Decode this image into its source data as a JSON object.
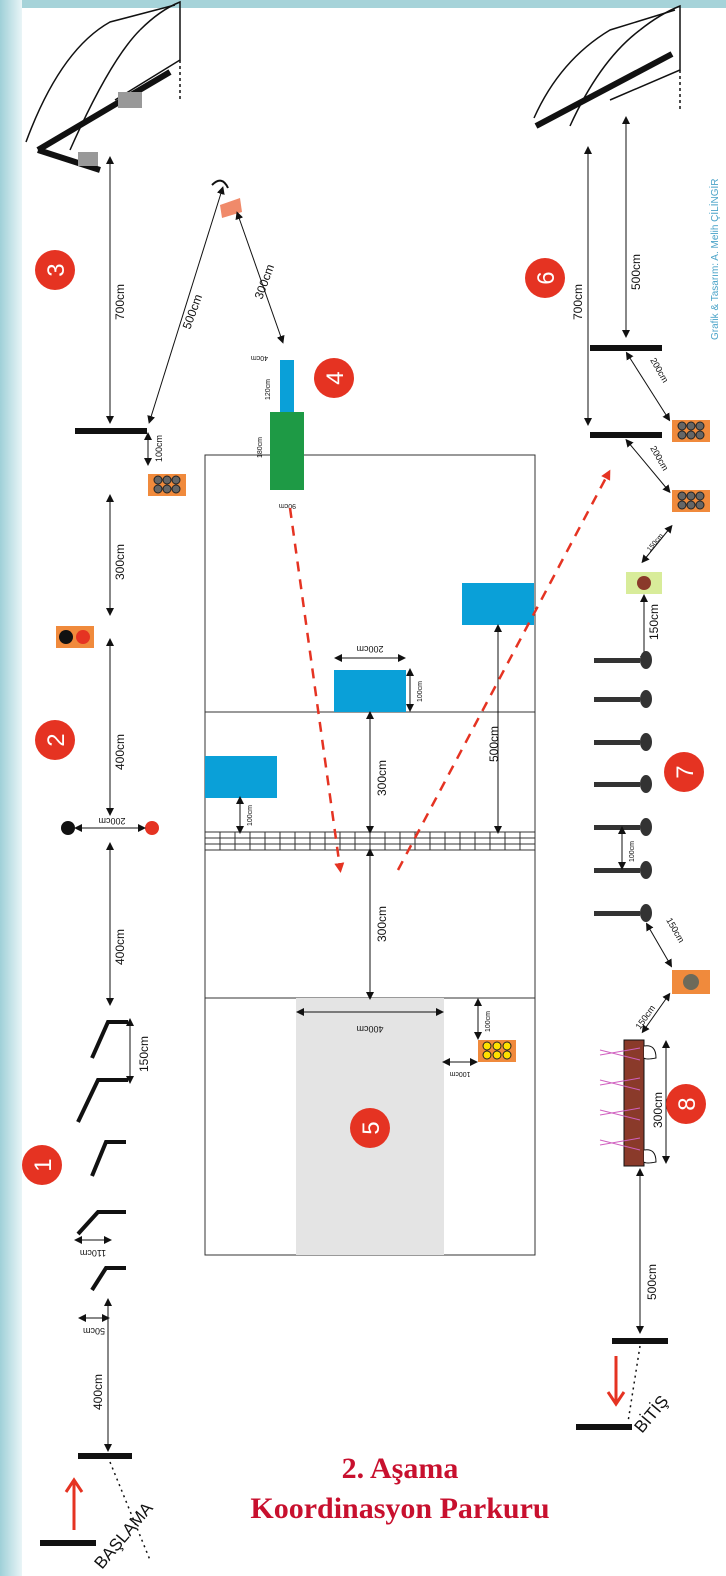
{
  "title_line1": "2. Aşama",
  "title_line2": "Koordinasyon Parkuru",
  "credit": "Grafik & Tasarım: A. Melih ÇİLİNGİR",
  "start_label": "BAŞLAMA",
  "finish_label": "BİTİŞ",
  "stations": [
    "1",
    "2",
    "3",
    "4",
    "5",
    "6",
    "7",
    "8"
  ],
  "dim": {
    "d700": "700cm",
    "d500": "500cm",
    "d300": "300cm",
    "d100": "100cm",
    "d400": "400cm",
    "d200": "200cm",
    "d150": "150cm",
    "d50": "50cm",
    "d110": "110cm",
    "d40": "40cm",
    "d120": "120cm",
    "d180": "180cm",
    "d90": "90cm"
  },
  "colors": {
    "red": "#e53322",
    "blue": "#0aa0d8",
    "green": "#1e9a45",
    "orange": "#f08a3c",
    "dashed": "#e53322",
    "bg": "#b8dce2"
  }
}
